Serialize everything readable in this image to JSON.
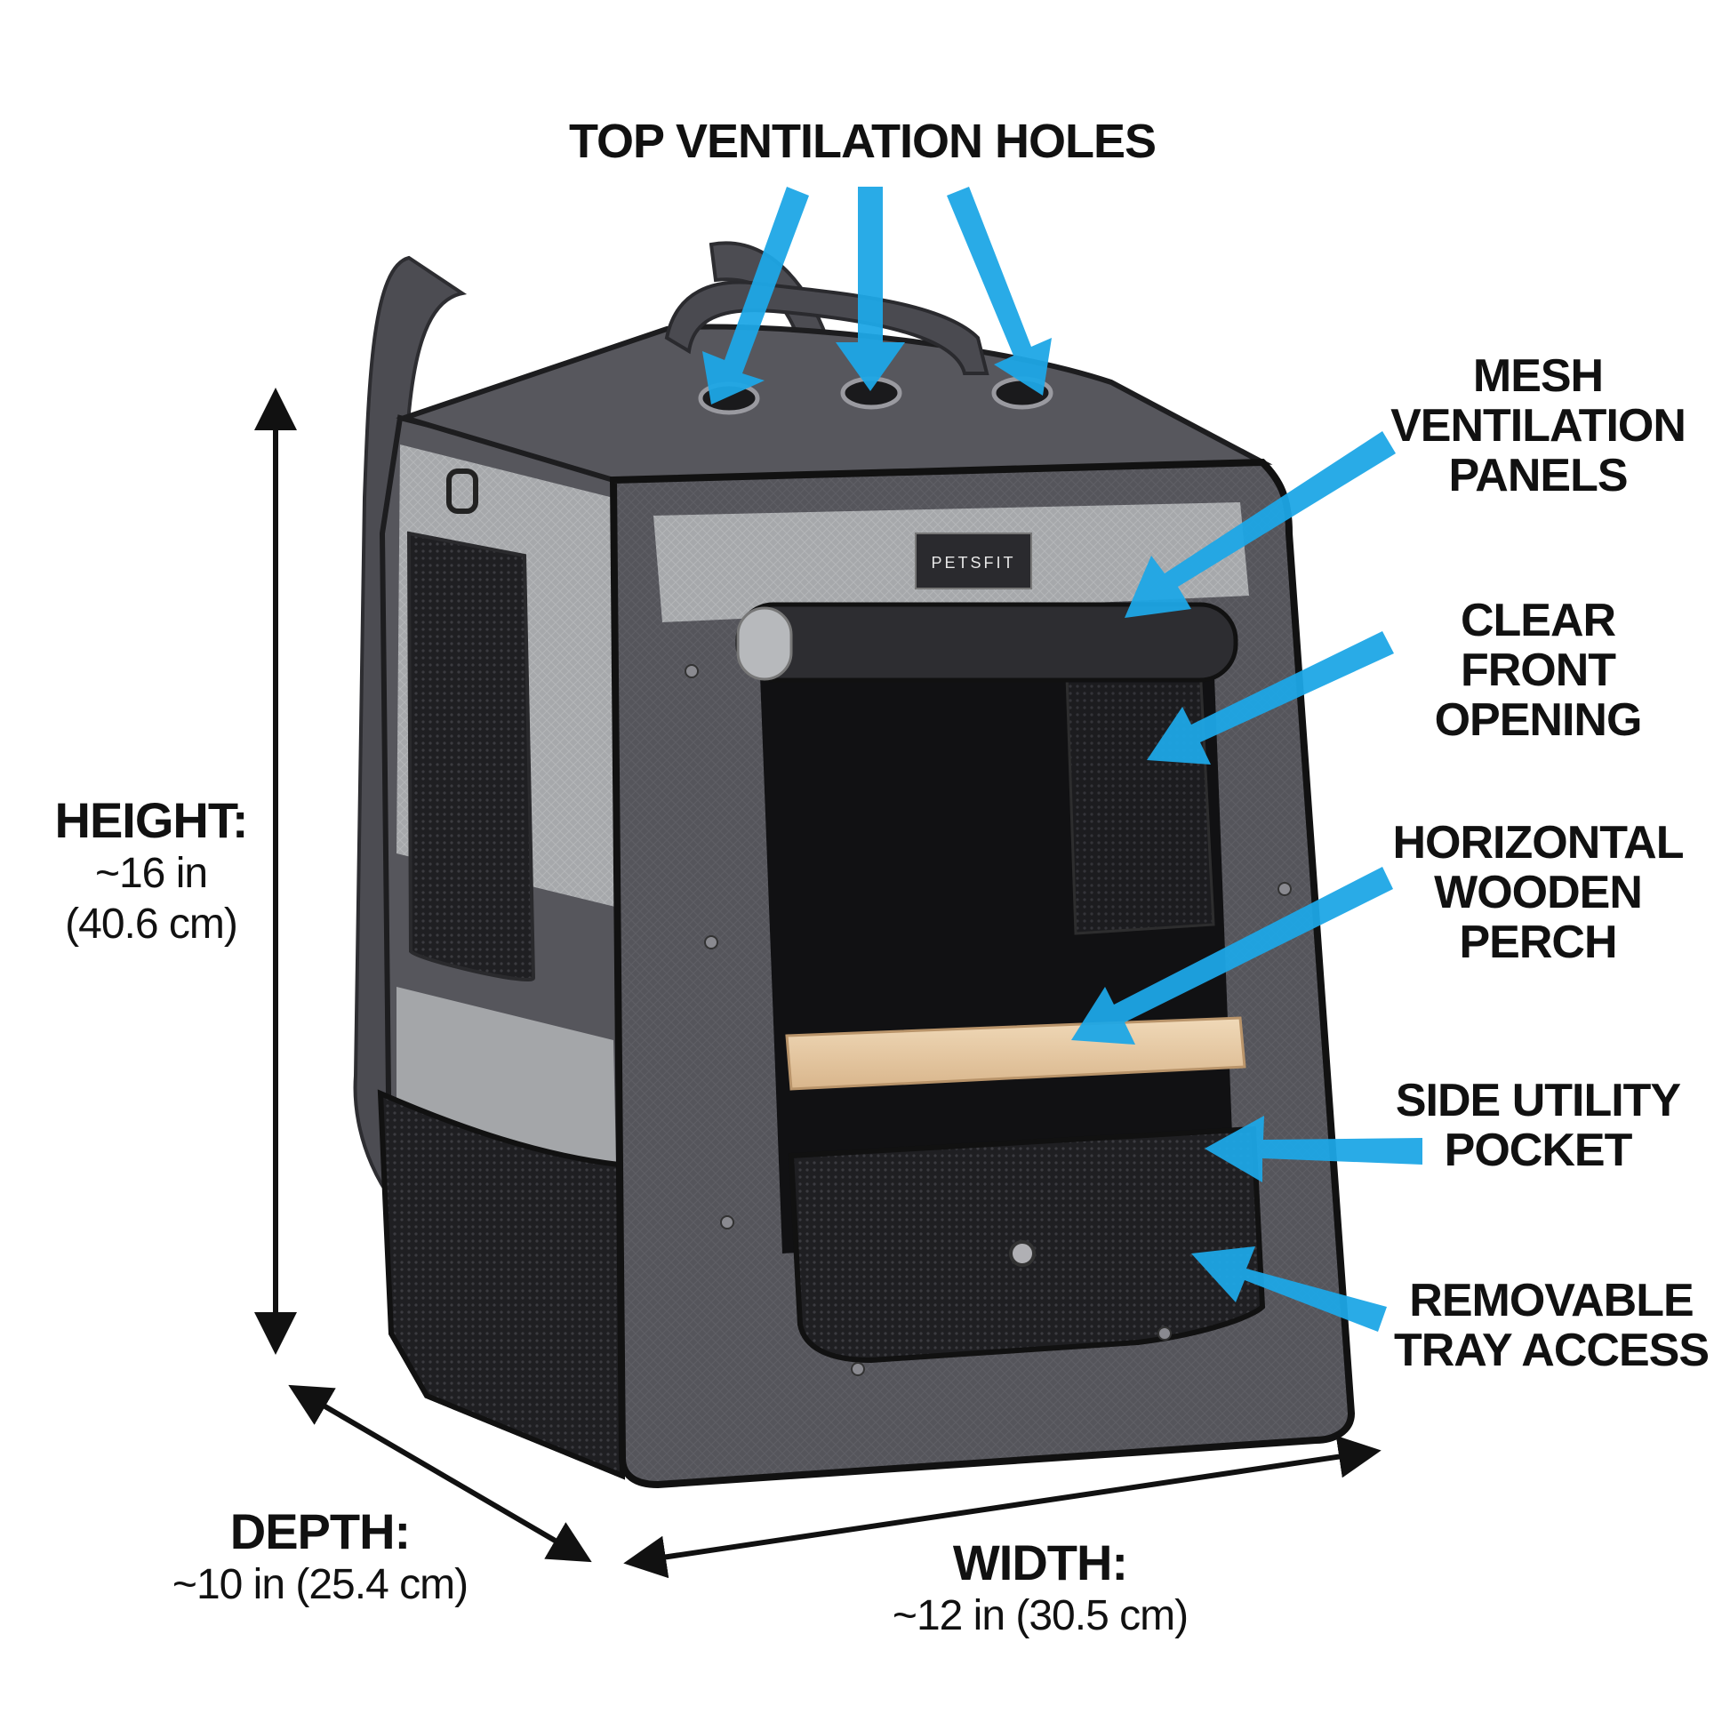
{
  "brand": {
    "logo_text": "PETSFIT"
  },
  "callouts": {
    "title": "TOP VENTILATION HOLES",
    "mesh": [
      "MESH",
      "VENTILATION",
      "PANELS"
    ],
    "front": [
      "CLEAR FRONT",
      "OPENING"
    ],
    "perch": [
      "HORIZONTAL",
      "WOODEN",
      "PERCH"
    ],
    "pocket": [
      "SIDE UTILITY",
      "POCKET"
    ],
    "tray": [
      "REMOVABLE",
      "TRAY ACCESS"
    ]
  },
  "dimensions": {
    "height": {
      "label": "HEIGHT:",
      "value": "~16 in",
      "metric": "(40.6 cm)"
    },
    "depth": {
      "label": "DEPTH:",
      "value": "~10 in (25.4 cm)"
    },
    "width": {
      "label": "WIDTH:",
      "value": "~12 in (30.5 cm)"
    }
  },
  "colors": {
    "arrow_blue": "#1ea6e6",
    "fabric_dark": "#4e4e54",
    "fabric_mid": "#5f5f66",
    "accent_gray": "#a9abae",
    "mesh_black": "#1c1c1e",
    "perch_wood": "#e6c9a4"
  },
  "icons": [
    "ventilation-hole-icon",
    "double-arrow-icon",
    "callout-arrow-icon"
  ]
}
